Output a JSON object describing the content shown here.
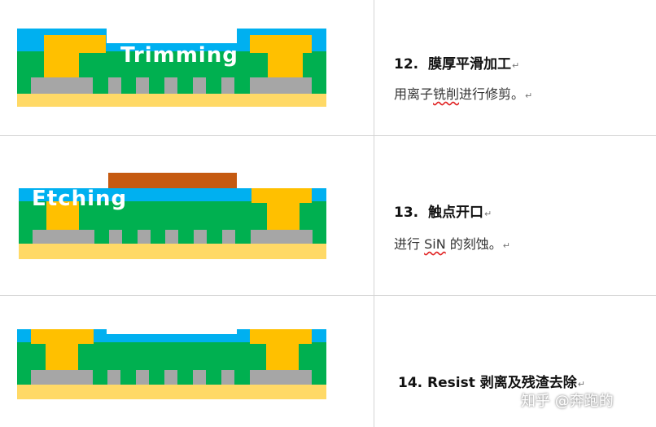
{
  "steps": [
    {
      "number": "12.",
      "title": "膜厚平滑加工",
      "desc_parts": [
        "用离子",
        "铣削",
        "进行修剪。"
      ],
      "diagram_label": "Trimming"
    },
    {
      "number": "13.",
      "title": "触点开口",
      "desc_parts": [
        "进行 ",
        "SiN",
        " 的刻蚀。"
      ],
      "diagram_label": "Etching"
    },
    {
      "number": "14.",
      "title": "Resist 剥离及残渣去除",
      "desc_parts": [],
      "diagram_label": ""
    }
  ],
  "paragraph_mark": "↵",
  "watermark": "知乎 @奔跑的",
  "colors": {
    "blue": "#00b0f0",
    "yellow": "#ffc000",
    "green": "#00b050",
    "gray": "#a6a6a6",
    "substrate": "#ffd966",
    "resist": "#c55a11"
  }
}
